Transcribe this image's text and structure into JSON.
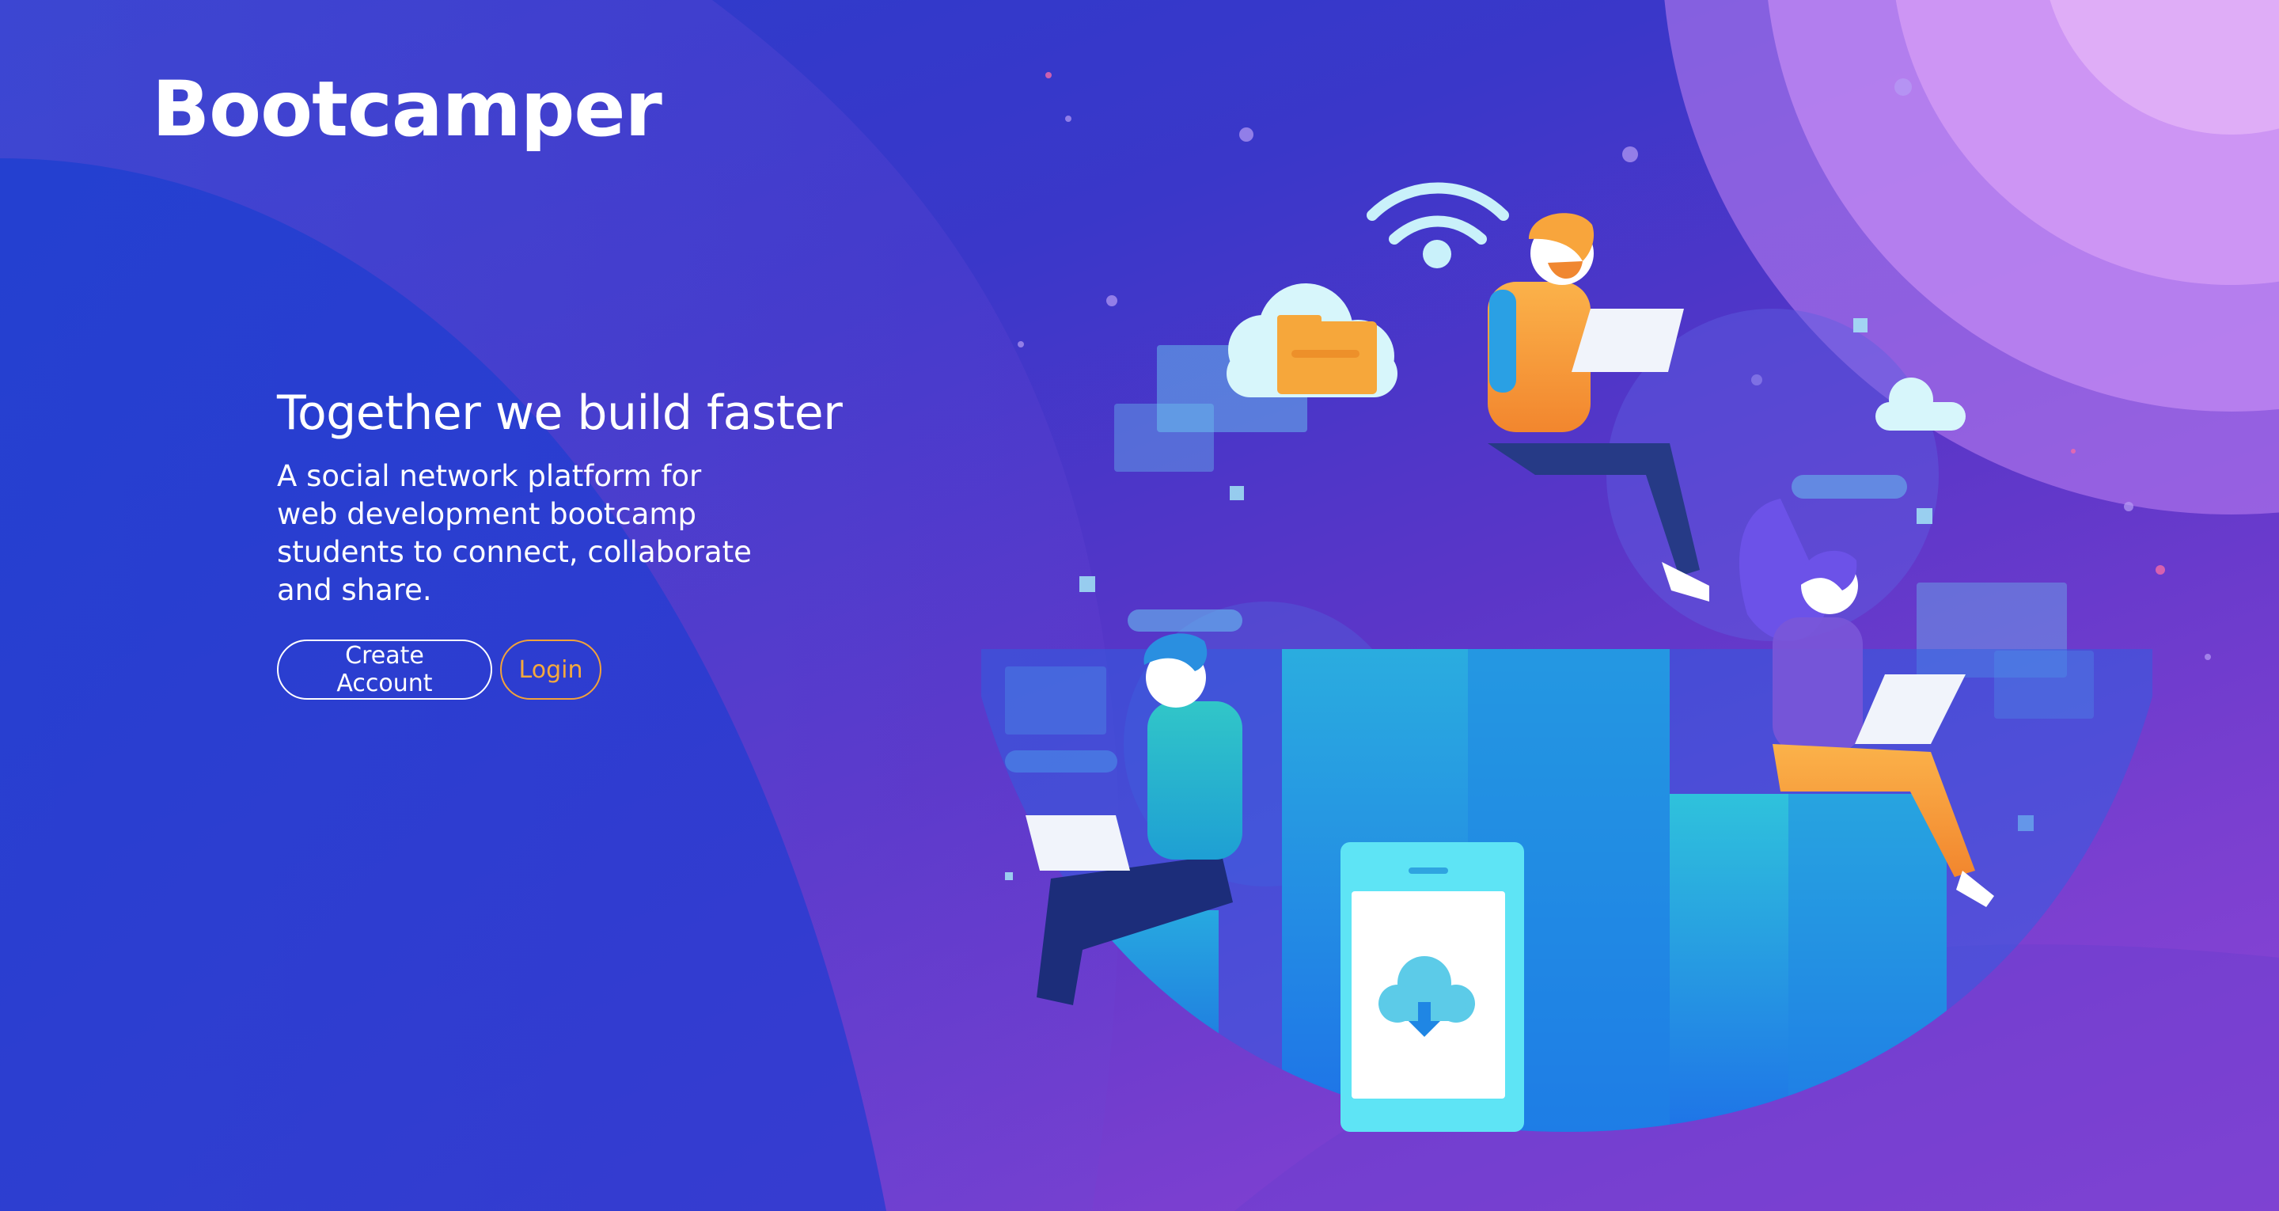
{
  "brand": {
    "name": "Bootcamper"
  },
  "hero": {
    "title": "Together we build faster",
    "description": "A social network platform for web development bootcamp students to connect, collaborate and share."
  },
  "actions": {
    "create_account_label": "Create Account",
    "login_label": "Login"
  },
  "colors": {
    "accent_orange": "#f5a93d",
    "primary_blue": "#2a3ccc",
    "primary_purple": "#8e46d6"
  }
}
